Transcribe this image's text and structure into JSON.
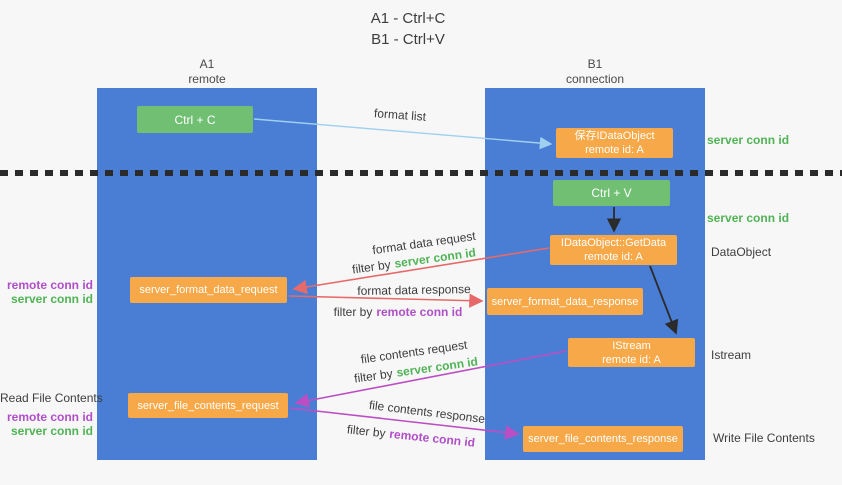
{
  "title": {
    "line1": "A1 - Ctrl+C",
    "line2": "B1 - Ctrl+V"
  },
  "lifelines": {
    "left": {
      "id": "A1",
      "role": "remote"
    },
    "right": {
      "id": "B1",
      "role": "connection"
    }
  },
  "nodes": {
    "ctrl_c": {
      "label": "Ctrl + C"
    },
    "ctrl_v": {
      "label": "Ctrl + V"
    },
    "save_idataobject": {
      "line1": "保存IDataObject",
      "line2": "remote id: A"
    },
    "getdata": {
      "line1": "IDataObject::GetData",
      "line2": "remote id: A"
    },
    "istream": {
      "line1": "IStream",
      "line2": "remote id: A"
    },
    "format_request": {
      "label": "server_format_data_request"
    },
    "format_response": {
      "label": "server_format_data_response"
    },
    "file_request": {
      "label": "server_file_contents_request"
    },
    "file_response": {
      "label": "server_file_contents_response"
    }
  },
  "annotations": {
    "right": {
      "server_conn_id_top": "server conn id",
      "server_conn_id_mid": "server conn id",
      "dataobject": "DataObject",
      "istream": "Istream",
      "write_file_contents": "Write File Contents"
    },
    "left": {
      "remote_conn_id_1": "remote conn id",
      "server_conn_id_1": "server conn id",
      "read_file_contents": "Read File Contents",
      "remote_conn_id_2": "remote conn id",
      "server_conn_id_2": "server conn id"
    }
  },
  "arrow_labels": {
    "format_list": "format list",
    "format_data_request": "format data request",
    "filter_by_1": "filter by",
    "filter_value_1": "server conn id",
    "format_data_response": "format data response",
    "filter_by_2": "filter by",
    "filter_value_2": "remote conn id",
    "file_contents_request": "file contents request",
    "filter_by_3": "filter by",
    "filter_value_3": "server conn id",
    "file_contents_response": "file contents response",
    "filter_by_4": "filter by",
    "filter_value_4": "remote conn id"
  },
  "colors": {
    "background": "#f7f7f7",
    "lifeline_blue": "#4a7ed4",
    "node_orange": "#f7a848",
    "node_green": "#71bf73",
    "arrow_lightblue": "#9fd0f0",
    "arrow_red": "#e76a6a",
    "arrow_purple": "#bc4ec4",
    "arrow_black": "#2b2b2b",
    "text_green": "#50b356",
    "text_purple": "#b04fc8",
    "text_dark": "#3d3d3d"
  }
}
